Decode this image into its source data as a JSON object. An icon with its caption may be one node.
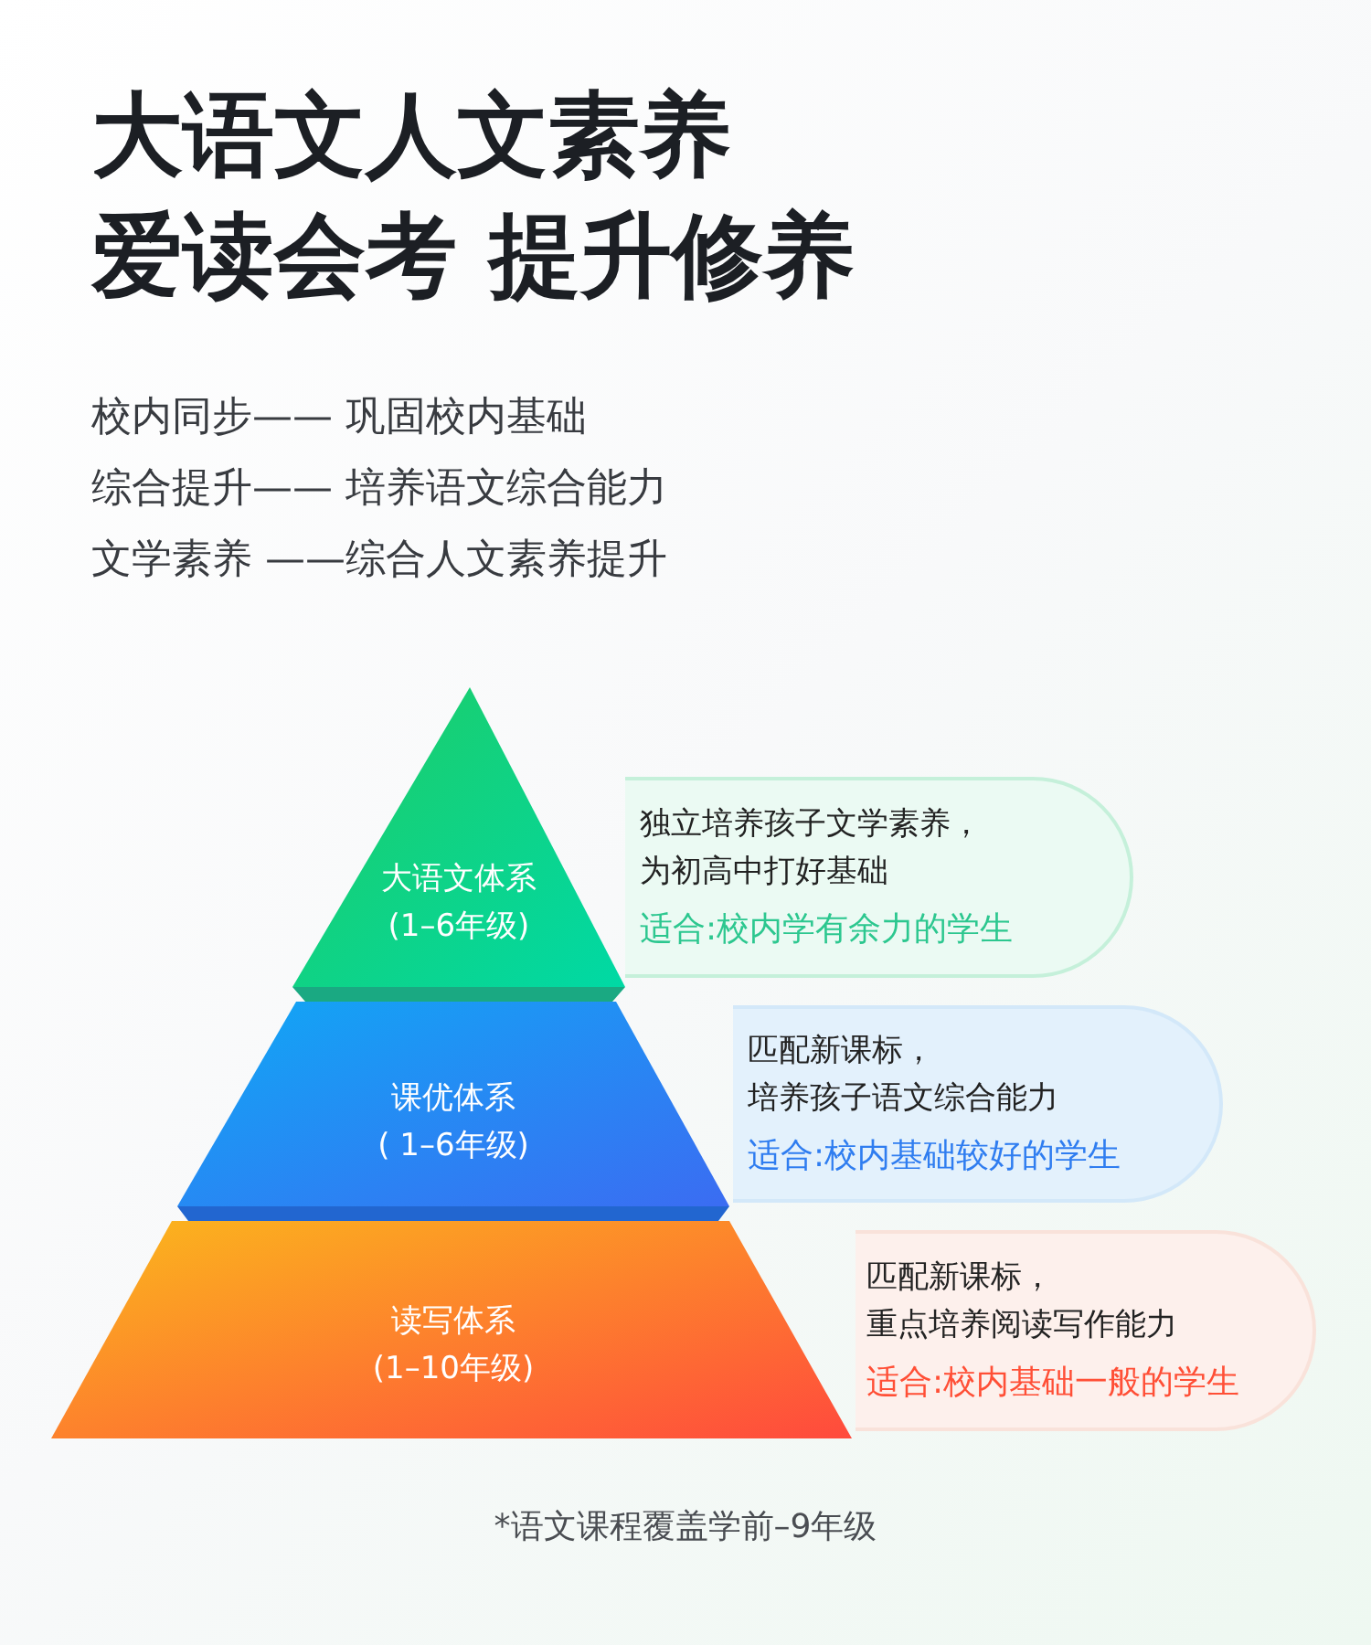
{
  "diagram": {
    "title": "大语文人文素养",
    "nodes": [
      {
        "text": [
          "大语文体系",
          "(1–6年级)"
        ]
      },
      {
        "text": [
          "独立培养孩子文学素养，",
          "为初高中打好基础",
          "适合:校内学有余力的学生"
        ]
      },
      {
        "text": [
          "课优体系",
          "( 1–6年级)"
        ]
      },
      {
        "text": [
          "匹配新课标，",
          "培养孩子语文综合能力",
          "适合:校内基础较好的学生"
        ]
      },
      {
        "text": [
          "读写体系",
          "(1–10年级)"
        ]
      },
      {
        "text": [
          "匹配新课标，",
          "重点培养阅读写作能力",
          "适合:校内基础一般的学生"
        ]
      }
    ],
    "labels": [
      "爱读会考 提升修养",
      "校内同步—— 巩固校内基础",
      "综合提升—— 培养语文综合能力",
      "文学素养 ——综合人文素养提升",
      "*语文课程覆盖学前–9年级"
    ]
  }
}
